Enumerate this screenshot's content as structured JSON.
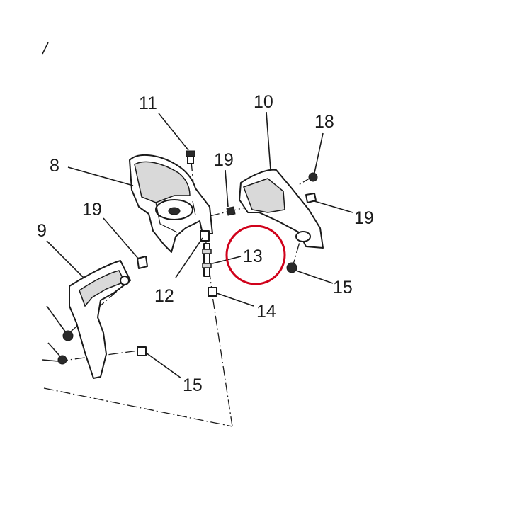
{
  "labels": {
    "l11": "11",
    "l10": "10",
    "l18": "18",
    "l8": "8",
    "l19a": "19",
    "l19b": "19",
    "l19c": "19",
    "l9": "9",
    "l13": "13",
    "l12": "12",
    "l14": "14",
    "l15a": "15",
    "l15b": "15"
  },
  "highlight": {
    "target_label": "13",
    "color": "#d0021b"
  },
  "colors": {
    "line": "#1a1a1a",
    "fill_light": "#d9d9d9"
  }
}
